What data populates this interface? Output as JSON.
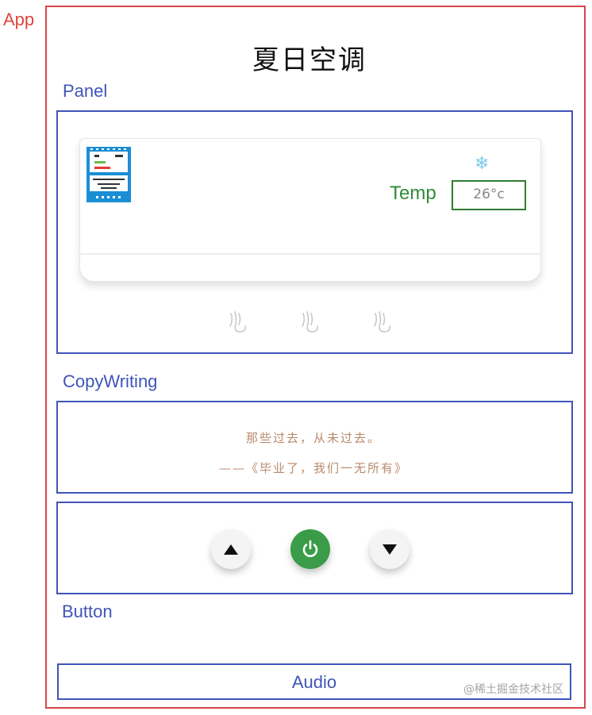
{
  "labels": {
    "app": "App",
    "panel": "Panel",
    "copywriting": "CopyWriting",
    "button": "Button",
    "audio": "Audio"
  },
  "title": "夏日空调",
  "panel": {
    "temp_label": "Temp",
    "temp_value": "26°c",
    "snow_icon": "❄",
    "icons": [
      "ac-display-icon",
      "snowflake-icon",
      "wind-icon",
      "wind-icon",
      "wind-icon"
    ]
  },
  "copywriting": {
    "line1": "那些过去，从未过去。",
    "line2": "——《毕业了，我们一无所有》"
  },
  "buttons": {
    "icons": [
      "triangle-up-icon",
      "power-icon",
      "triangle-down-icon"
    ]
  },
  "watermark": "@稀土掘金技术社区",
  "colors": {
    "app_border": "#d9454a",
    "section_border": "#3f55b7",
    "temp_accent": "#2e7d32",
    "power_button": "#3a9c48",
    "copy_text": "#b88a6c",
    "snow": "#7fc7ec"
  }
}
